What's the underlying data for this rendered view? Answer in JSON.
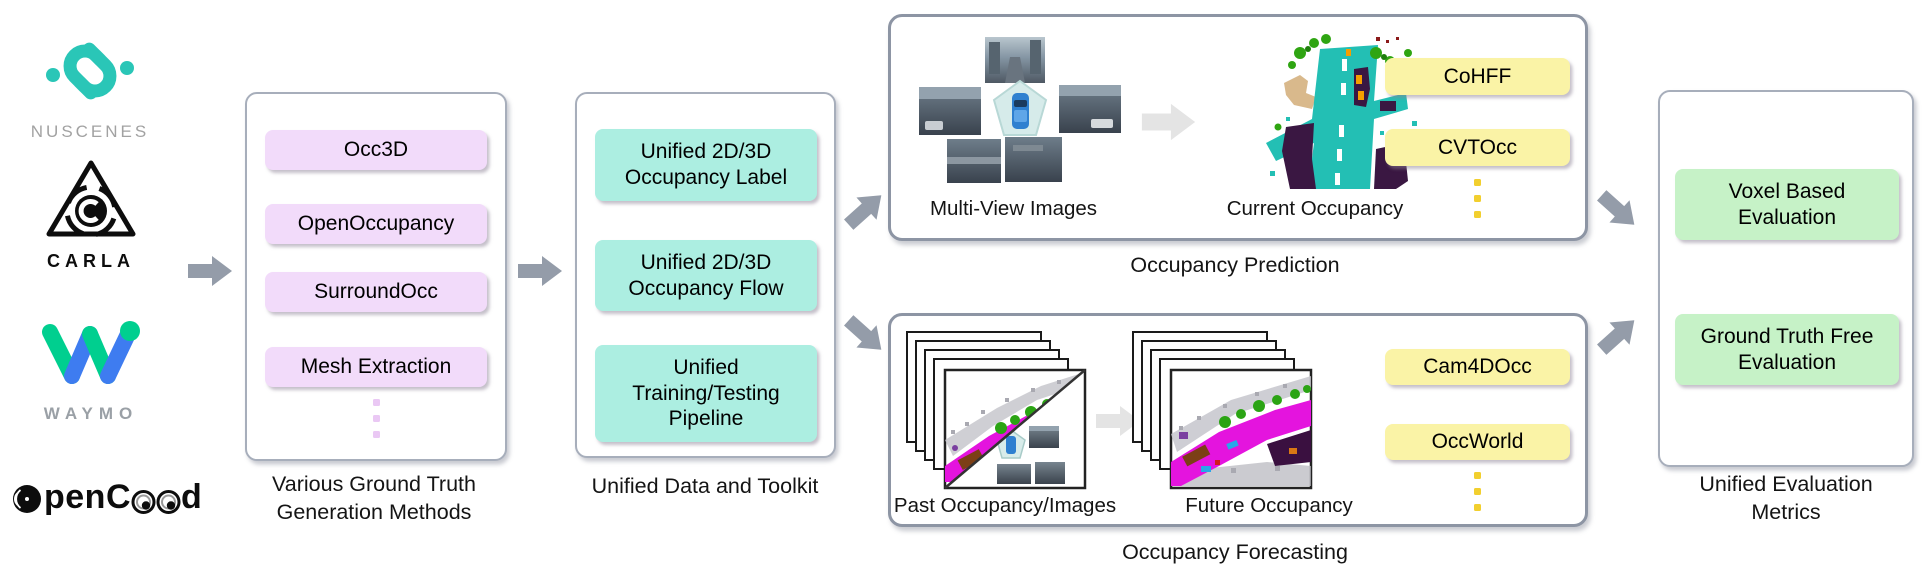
{
  "colors": {
    "pill_purple": "#F2DBFA",
    "pill_teal": "#ACEEE1",
    "pill_yellow": "#FAF3A6",
    "pill_green": "#C6F2C7",
    "connector_arrow": "#949CA9",
    "flow_arrow_light": "#E4E4E4",
    "box_border": "#A7AEBB",
    "panel_border": "#8D95A4",
    "nuscenes_teal": "#2AC6B7",
    "waymo_green": "#00CF8F",
    "waymo_blue": "#3E7CF0"
  },
  "logos": {
    "nuscenes": {
      "label": "NUSCENES"
    },
    "carla": {
      "label": "CARLA"
    },
    "waymo": {
      "label": "WAYMO"
    },
    "opencood": {
      "label": "OpenCood",
      "part_after_o": "penC",
      "part_end": "d"
    }
  },
  "generation_box": {
    "caption": "Various Ground Truth Generation Methods",
    "items": [
      "Occ3D",
      "OpenOccupancy",
      "SurroundOcc",
      "Mesh Extraction"
    ]
  },
  "toolkit_box": {
    "caption": "Unified Data and Toolkit",
    "items": [
      "Unified 2D/3D Occupancy Label",
      "Unified 2D/3D Occupancy Flow",
      "Unified Training/Testing Pipeline"
    ]
  },
  "prediction_panel": {
    "caption": "Occupancy Prediction",
    "input_label": "Multi-View Images",
    "output_label": "Current Occupancy",
    "methods": [
      "CoHFF",
      "CVTOcc"
    ]
  },
  "forecasting_panel": {
    "caption": "Occupancy Forecasting",
    "input_label": "Past Occupancy/Images",
    "output_label": "Future Occupancy",
    "methods": [
      "Cam4DOcc",
      "OccWorld"
    ]
  },
  "evaluation_box": {
    "caption": "Unified Evaluation Metrics",
    "items": [
      "Voxel Based Evaluation",
      "Ground Truth Free Evaluation"
    ]
  }
}
